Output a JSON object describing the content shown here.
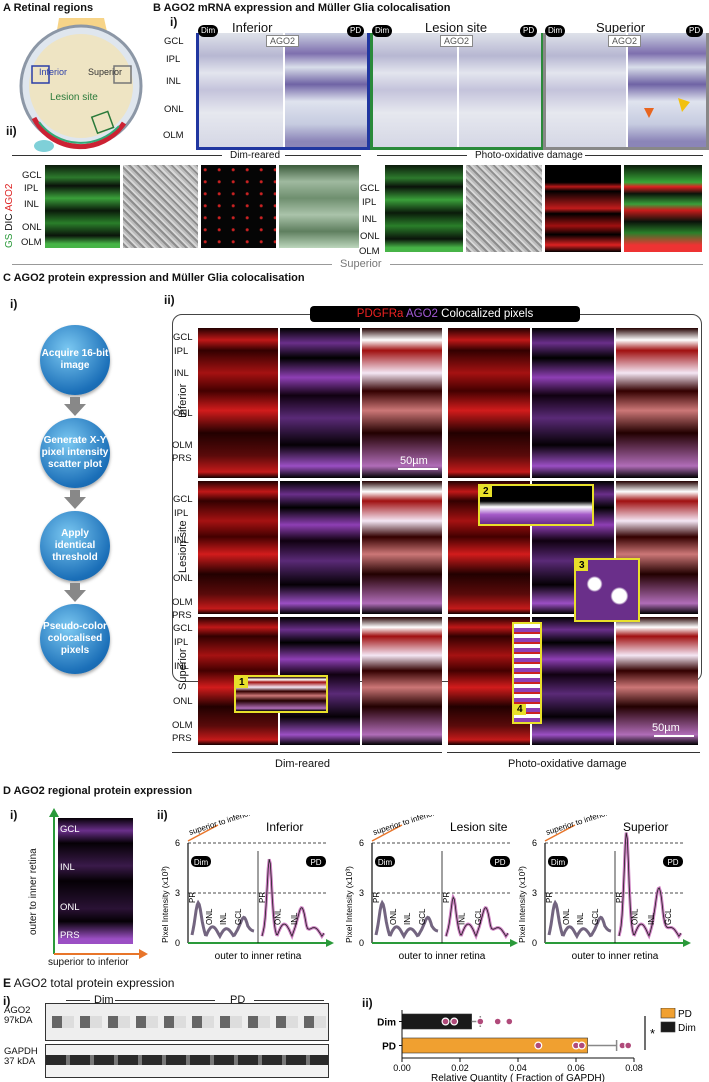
{
  "sectionA": {
    "letter": "A",
    "title": "Retinal regions",
    "sub_ii": "ii)",
    "labels": [
      "Inferior",
      "Superior",
      "Lesion site"
    ]
  },
  "sectionB": {
    "letter": "B",
    "title": "AGO2 mRNA expression and Müller Glia colocalisation",
    "sub_i": "i)",
    "columns": [
      "Inferior",
      "Lesion site",
      "Superior"
    ],
    "pill_dim": "Dim",
    "pill_pd": "PD",
    "probe": "AGO2",
    "layers_i": [
      "GCL",
      "IPL",
      "INL",
      "ONL",
      "OLM"
    ],
    "group_dim": "Dim-reared",
    "group_pd": "Photo-oxidative damage",
    "axis_stain": {
      "agoo": "AGO2",
      "dic": "DIC",
      "gs": "GS"
    },
    "layers_ii_left": [
      "GCL",
      "IPL",
      "INL",
      "ONL",
      "OLM"
    ],
    "layers_ii_right": [
      "GCL",
      "IPL",
      "INL",
      "ONL",
      "OLM"
    ],
    "bottom_label": "Superior"
  },
  "sectionC": {
    "letter": "C",
    "title": "AGO2 protein expression and Müller Glia colocalisation",
    "sub_i": "i)",
    "sub_ii": "ii)",
    "flow": [
      "Acquire 16-bit image",
      "Generate X-Y pixel intensity scatter plot",
      "Apply identical threshold",
      "Pseudo-color colocalised pixels"
    ],
    "legend": {
      "a": "PDGFRa",
      "b": "AGO2",
      "c": "Colocalized pixels"
    },
    "rows": [
      "Inferior",
      "Lesion site",
      "Superior"
    ],
    "layers_row1": [
      "GCL",
      "IPL",
      "INL",
      "ONL",
      "OLM",
      "PRS"
    ],
    "layers_row2": [
      "GCL",
      "IPL",
      "INL",
      "ONL",
      "OLM",
      "PRS"
    ],
    "layers_row3": [
      "GCL",
      "IPL",
      "INL",
      "ONL",
      "OLM",
      "PRS"
    ],
    "scalebar": "50µm",
    "insets": [
      "1",
      "2",
      "3",
      "4"
    ],
    "group_dim": "Dim-reared",
    "group_pd": "Photo-oxidative damage"
  },
  "sectionD": {
    "letter": "D",
    "title": "AGO2 regional protein expression",
    "sub_i": "i)",
    "sub_ii": "ii)",
    "image_layers": [
      "GCL",
      "INL",
      "ONL",
      "PRS"
    ],
    "y_axis_img": "outer to inner retina",
    "x_axis_img": "superior to inferior",
    "plots": [
      {
        "title": "Inferior",
        "peak_labels": [
          "PR",
          "ONL",
          "INL",
          "GCL",
          "PR",
          "ONL",
          "INL"
        ]
      },
      {
        "title": "Lesion site",
        "peak_labels": [
          "PR",
          "ONL",
          "INL",
          "GCL",
          "PR",
          "INL",
          "GCL"
        ]
      },
      {
        "title": "Superior",
        "peak_labels": [
          "PR",
          "ONL",
          "INL",
          "GCL",
          "PR",
          "ONL",
          "INL",
          "GCL"
        ]
      }
    ],
    "ylabel": "Pixel Intensity (x10³)",
    "xlabel": "outer to inner retina",
    "corner_label": "superior to inferior",
    "yticks": [
      "0",
      "3",
      "6"
    ],
    "pill_dim": "Dim",
    "pill_pd": "PD"
  },
  "sectionE": {
    "letter": "E",
    "title": "AGO2 total protein expression",
    "sub_i": "i)",
    "sub_ii": "ii)",
    "blot_groups": [
      "Dim",
      "PD"
    ],
    "blot_rows": [
      {
        "name": "AGO2",
        "size": "97kDA"
      },
      {
        "name": "GAPDH",
        "size": "37 kDA"
      }
    ],
    "bar_x_label": "Relative Quantity ( Fraction of GAPDH)",
    "legend": [
      "PD",
      "Dim"
    ],
    "significance": "*",
    "colors": {
      "pd": "#f0a030",
      "dim": "#1a1a1a",
      "point": "#b04a7a"
    }
  },
  "chart_data": {
    "type": "bar",
    "orientation": "horizontal",
    "categories": [
      "Dim",
      "PD"
    ],
    "values": [
      0.024,
      0.064
    ],
    "errors": [
      0.003,
      0.01
    ],
    "points": [
      [
        0.015,
        0.018,
        0.027,
        0.033,
        0.037
      ],
      [
        0.047,
        0.06,
        0.062,
        0.076,
        0.078
      ]
    ],
    "xlabel": "Relative Quantity ( Fraction of GAPDH)",
    "xticks": [
      0.0,
      0.02,
      0.04,
      0.06,
      0.08
    ],
    "xlim": [
      0,
      0.08
    ]
  }
}
